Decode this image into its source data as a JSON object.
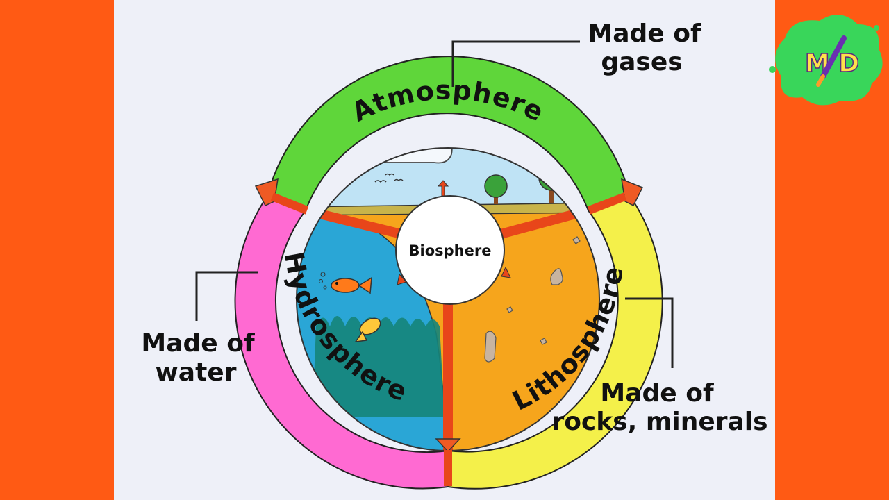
{
  "diagram": {
    "center_label": "Biosphere",
    "spheres": [
      {
        "name": "Atmosphere",
        "color": "#5fd63a"
      },
      {
        "name": "Hydrosphere",
        "color": "#ff6ad2"
      },
      {
        "name": "Lithosphere",
        "color": "#f4f04a"
      }
    ],
    "callouts": {
      "atmosphere": {
        "line1": "Made of",
        "line2": "gases"
      },
      "hydrosphere": {
        "line1": "Made of",
        "line2": "water"
      },
      "lithosphere": {
        "line1": "Made of",
        "line2": "rocks, minerals"
      }
    }
  },
  "logo": {
    "letters": "M D",
    "color": "#39d65a"
  }
}
